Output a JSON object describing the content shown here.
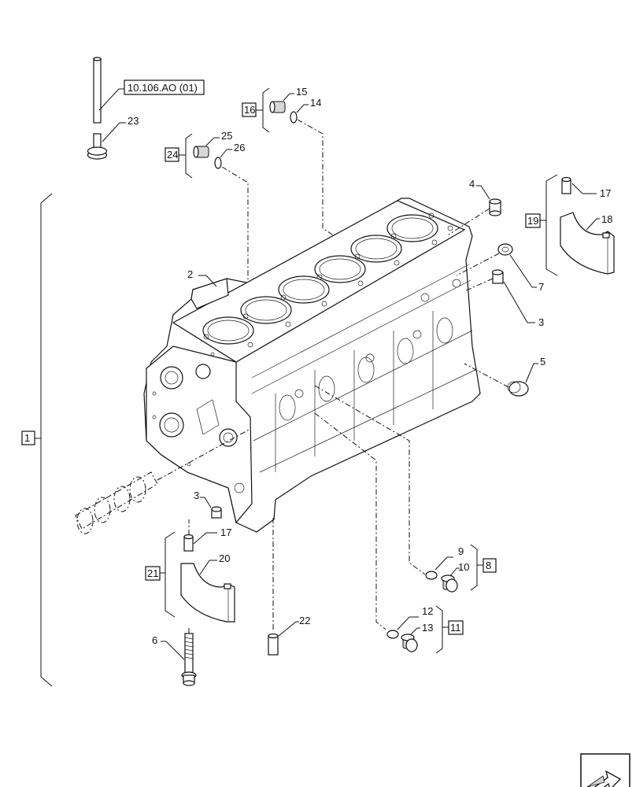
{
  "diagram": {
    "reference_label": "10.106.AO (01)",
    "callouts": {
      "c1": "1",
      "c2": "2",
      "c3a": "3",
      "c3b": "3",
      "c4": "4",
      "c5": "5",
      "c6": "6",
      "c7": "7",
      "c8": "8",
      "c9": "9",
      "c10": "10",
      "c11": "11",
      "c12": "12",
      "c13": "13",
      "c14": "14",
      "c15": "15",
      "c16": "16",
      "c17a": "17",
      "c17b": "17",
      "c18": "18",
      "c19": "19",
      "c20": "20",
      "c21": "21",
      "c22": "22",
      "c23": "23",
      "c24": "24",
      "c25": "25",
      "c26": "26"
    },
    "nav_icon": "next-page-arrow-icon"
  }
}
